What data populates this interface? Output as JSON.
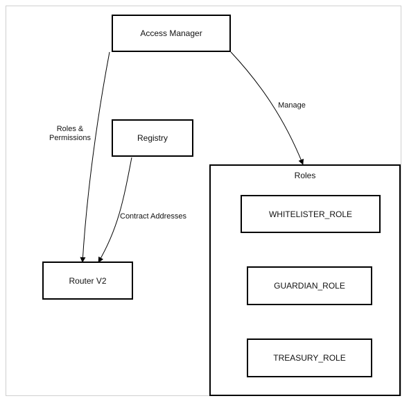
{
  "nodes": {
    "access_manager": "Access Manager",
    "registry": "Registry",
    "router": "Router V2"
  },
  "roles_group": {
    "title": "Roles",
    "items": [
      "WHITELISTER_ROLE",
      "GUARDIAN_ROLE",
      "TREASURY_ROLE"
    ]
  },
  "edges": {
    "roles_permissions": "Roles &\nPermissions",
    "contract_addresses": "Contract Addresses",
    "manage": "Manage"
  },
  "colors": {
    "stroke": "#000000",
    "background": "#ffffff"
  }
}
